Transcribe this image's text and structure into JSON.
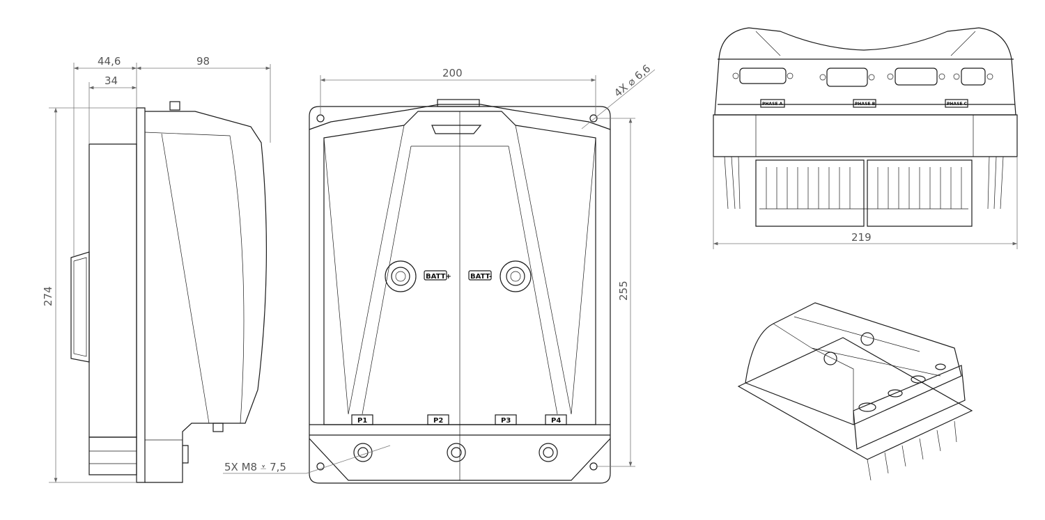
{
  "dimensions": {
    "side_depth_1": "44,6",
    "side_depth_2": "34",
    "side_depth_total": "98",
    "side_height": "274",
    "front_width": "200",
    "front_height": "255",
    "hole_callout": "4X ⌀ 6,6",
    "thread_callout": "5X M8 ⩡ 7,5",
    "top_width": "219"
  },
  "labels": {
    "batt_pos": "BATT+",
    "batt_neg": "BATT-",
    "ports": [
      "P1",
      "P2",
      "P3",
      "P4"
    ],
    "phases": [
      "PHASE A",
      "PHASE B",
      "PHASE C"
    ]
  }
}
